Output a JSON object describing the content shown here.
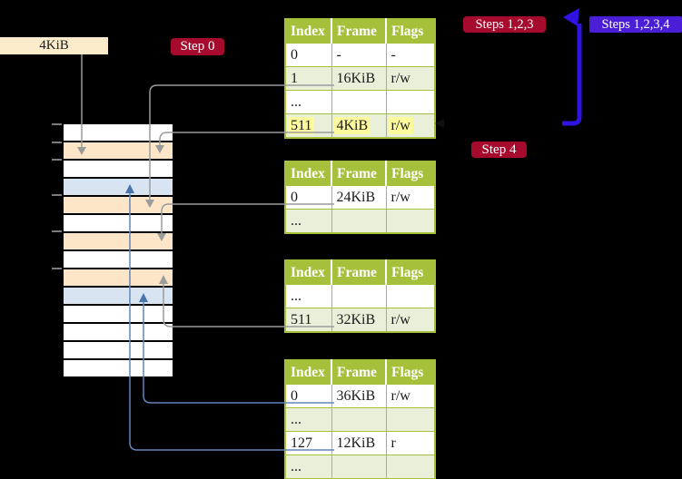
{
  "figure": {
    "frame_size_label": "4KiB",
    "step_labels": {
      "step0": "Step 0",
      "steps123": "Steps 1,2,3",
      "steps1234": "Steps 1,2,3,4",
      "step4": "Step 4"
    }
  },
  "page_tables": [
    {
      "name": "level-4-page-table",
      "headers": [
        "Index",
        "Frame",
        "Flags"
      ],
      "rows": [
        {
          "index": "0",
          "frame": "-",
          "flags": "-",
          "shaded": false,
          "highlighted": false
        },
        {
          "index": "1",
          "frame": "16KiB",
          "flags": "r/w",
          "shaded": true,
          "highlighted": false
        },
        {
          "index": "...",
          "frame": "",
          "flags": "",
          "shaded": false,
          "highlighted": false
        },
        {
          "index": "511",
          "frame": "4KiB",
          "flags": "r/w",
          "shaded": true,
          "highlighted": true
        }
      ]
    },
    {
      "name": "level-3-page-table",
      "headers": [
        "Index",
        "Frame",
        "Flags"
      ],
      "rows": [
        {
          "index": "0",
          "frame": "24KiB",
          "flags": "r/w",
          "shaded": false,
          "highlighted": false
        },
        {
          "index": "...",
          "frame": "",
          "flags": "",
          "shaded": true,
          "highlighted": false
        }
      ]
    },
    {
      "name": "level-2-page-table",
      "headers": [
        "Index",
        "Frame",
        "Flags"
      ],
      "rows": [
        {
          "index": "...",
          "frame": "",
          "flags": "",
          "shaded": false,
          "highlighted": false
        },
        {
          "index": "511",
          "frame": "32KiB",
          "flags": "r/w",
          "shaded": true,
          "highlighted": false
        }
      ]
    },
    {
      "name": "level-1-page-table",
      "headers": [
        "Index",
        "Frame",
        "Flags"
      ],
      "rows": [
        {
          "index": "0",
          "frame": "36KiB",
          "flags": "r/w",
          "shaded": false,
          "highlighted": false
        },
        {
          "index": "...",
          "frame": "",
          "flags": "",
          "shaded": true,
          "highlighted": false
        },
        {
          "index": "127",
          "frame": "12KiB",
          "flags": "r",
          "shaded": false,
          "highlighted": false
        },
        {
          "index": "...",
          "frame": "",
          "flags": "",
          "shaded": true,
          "highlighted": false
        }
      ]
    }
  ],
  "memory_stack": {
    "rows": [
      "plain",
      "page-table",
      "plain",
      "mapped-page",
      "page-table",
      "plain",
      "page-table",
      "plain",
      "page-table",
      "mapped-page",
      "plain",
      "plain",
      "plain",
      "plain"
    ]
  },
  "colors": {
    "background": "#000000",
    "table-header": "#a5c13b",
    "table-row-shaded": "#e9efd8",
    "table-row-plain": "#ffffff",
    "highlight-yellow": "#fdfa9e",
    "frame-page-table": "#fde5c8",
    "frame-mapped-page": "#d9e4f3",
    "frame-plain": "#ffffff",
    "label-red": "#a60b2d",
    "label-blue": "#4a1ed6",
    "arrow-blue-violet": "#2e13e3",
    "arrow-gray": "#9b9b9b",
    "arrow-steel-blue": "#6285b8",
    "mem-box-beige": "#fceccb"
  }
}
